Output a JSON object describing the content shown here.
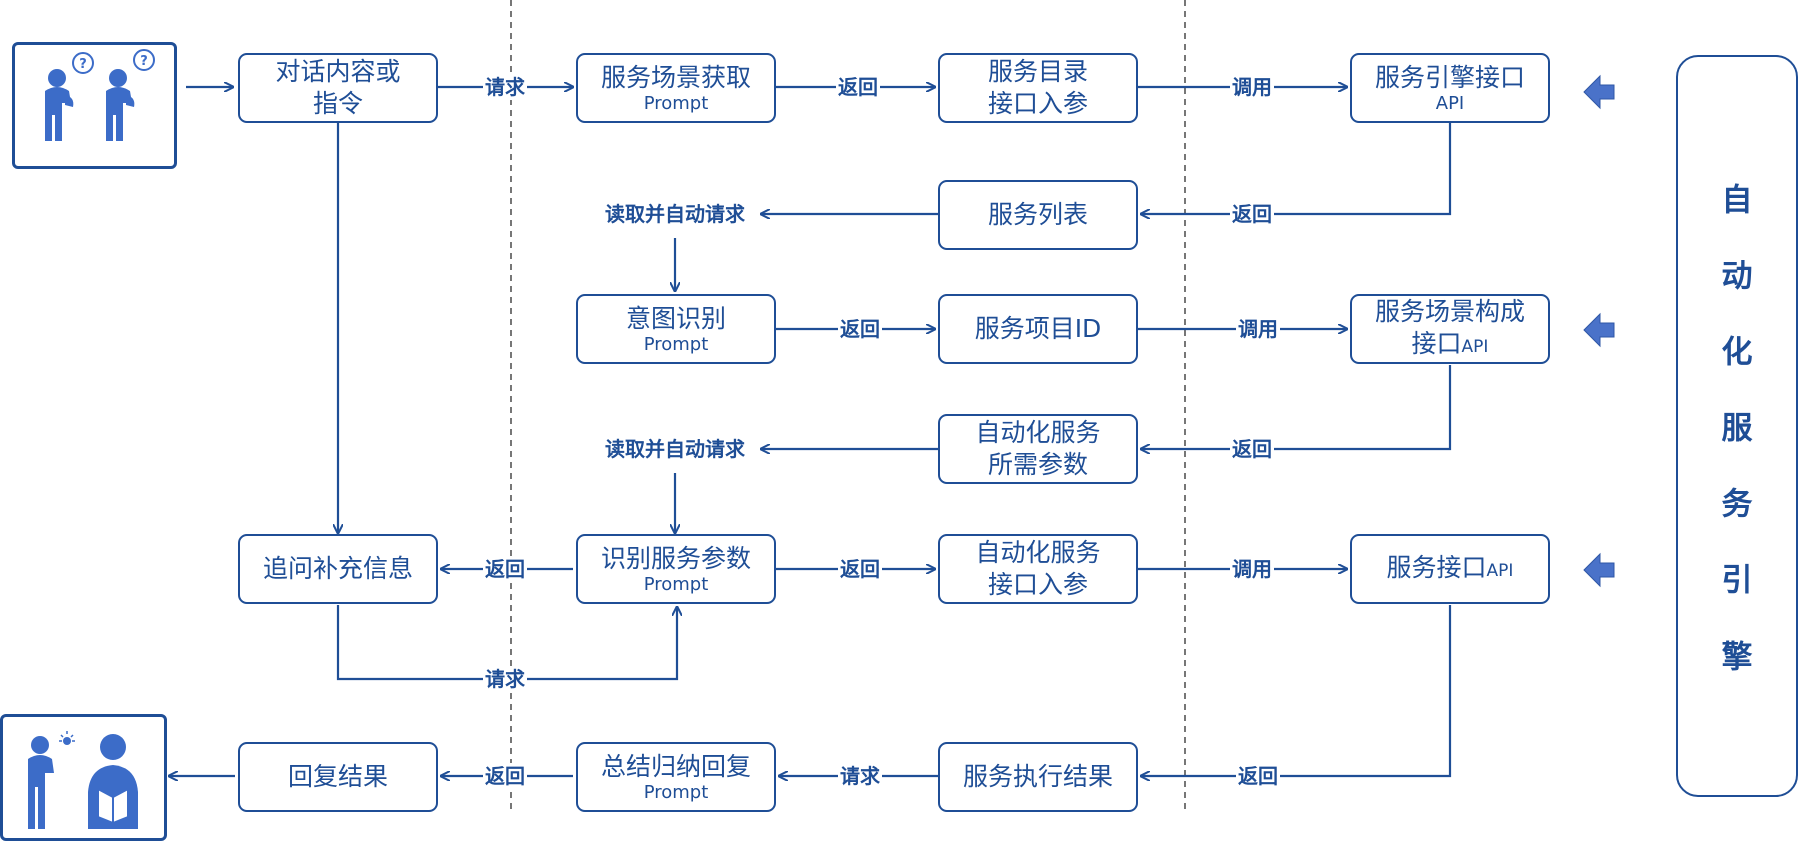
{
  "colors": {
    "primary": "#1F4E96",
    "figure": "#3C6CC8",
    "arrow_fill": "#4A72C9"
  },
  "icons": {
    "asking_users": "two-people-with-question-bubbles-icon",
    "answered_users": "person-with-lightbulb-and-reader-icon",
    "engine_arrow": "left-block-arrow-icon"
  },
  "nodes": {
    "dialog_input": {
      "title": "对话内容或\n指令"
    },
    "scene_prompt": {
      "title": "服务场景获取",
      "sub": "Prompt"
    },
    "catalog_params": {
      "title": "服务目录\n接口入参"
    },
    "engine_api": {
      "title": "服务引擎接口",
      "sub": "API"
    },
    "service_list": {
      "title": "服务列表"
    },
    "intent_prompt": {
      "title": "意图识别",
      "sub": "Prompt"
    },
    "service_item_id": {
      "title": "服务项目ID"
    },
    "scene_compose_api": {
      "title_line1": "服务场景构成",
      "title_line2": "接口",
      "api_suffix": "API"
    },
    "auto_service_params": {
      "title": "自动化服务\n所需参数"
    },
    "ask_more": {
      "title": "追问补充信息"
    },
    "param_prompt": {
      "title": "识别服务参数",
      "sub": "Prompt"
    },
    "auto_interface_params": {
      "title": "自动化服务\n接口入参"
    },
    "service_api": {
      "title": "服务接口",
      "api_suffix": "API"
    },
    "reply_result": {
      "title": "回复结果"
    },
    "summary_prompt": {
      "title": "总结归纳回复",
      "sub": "Prompt"
    },
    "exec_result": {
      "title": "服务执行结果"
    }
  },
  "labels": {
    "req_1": "请求",
    "ret_1": "返回",
    "call_1": "调用",
    "ret_2": "返回",
    "read_auto_1": "读取并自动请求",
    "ret_3": "返回",
    "call_2": "调用",
    "ret_4": "返回",
    "read_auto_2": "读取并自动请求",
    "ret_5": "返回",
    "ret_6": "返回",
    "call_3": "调用",
    "req_2": "请求",
    "ret_7": "返回",
    "ret_8": "返回",
    "req_3": "请求"
  },
  "engine": {
    "chars": [
      "自",
      "动",
      "化",
      "服",
      "务",
      "引",
      "擎"
    ]
  }
}
